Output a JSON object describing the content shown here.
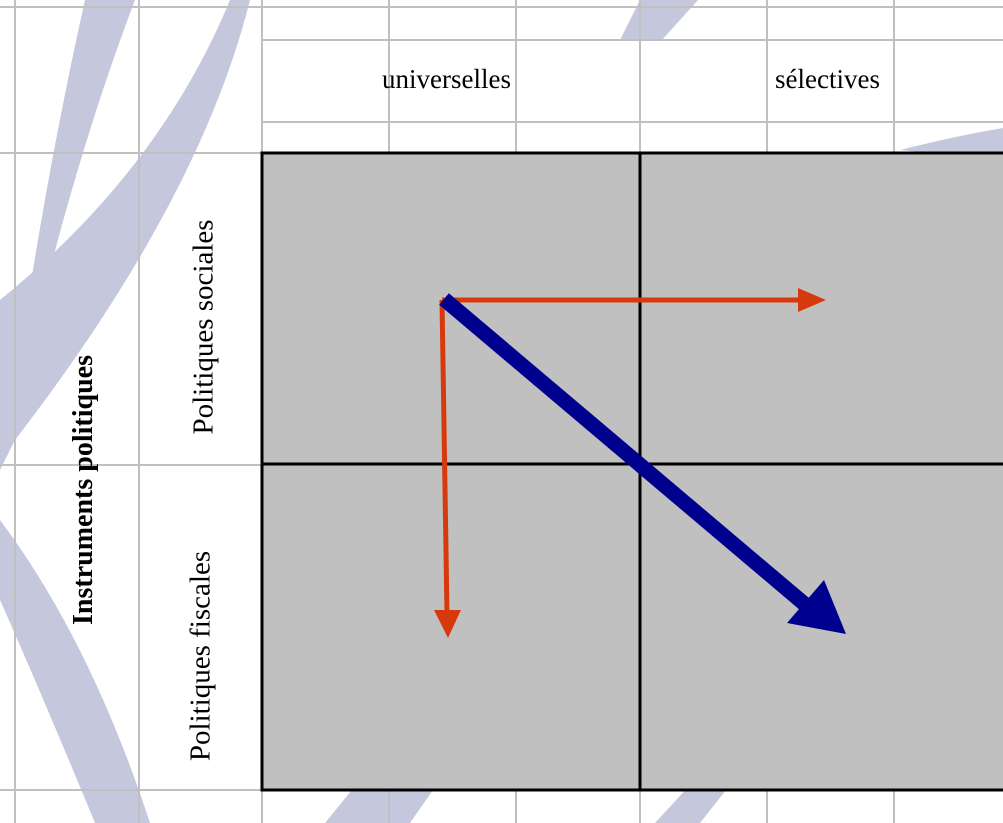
{
  "colors": {
    "background_swoosh": "#c5c8dc",
    "page_grid": "#c0c0c0",
    "cell_fill": "#c0c0c0",
    "cell_border": "#000000",
    "red_arrows": "#d63a0c",
    "blue_arrow": "#00008e"
  },
  "columns": {
    "universal": "universelles",
    "selective": "sélectives"
  },
  "rows": {
    "social": "Politiques sociales",
    "fiscal": "Politiques fiscales"
  },
  "side_title": "Instruments politiques",
  "arrows": [
    {
      "name": "red-arrow-horizontal",
      "color": "red",
      "direction": "right"
    },
    {
      "name": "red-arrow-vertical",
      "color": "red",
      "direction": "down"
    },
    {
      "name": "blue-arrow-diagonal",
      "color": "blue",
      "direction": "down-right"
    }
  ]
}
